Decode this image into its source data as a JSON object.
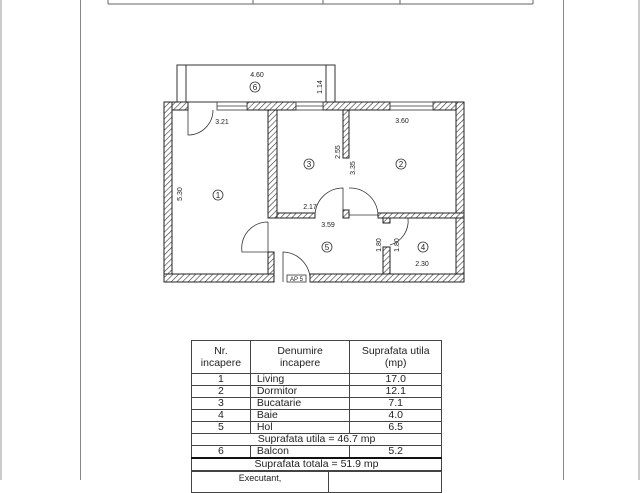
{
  "plan": {
    "dimensions": {
      "balcony_width": "4.60",
      "balcony_depth": "1.14",
      "living_width": "3.21",
      "living_length": "5.30",
      "bedroom_width": "3.60",
      "kitchen_length": "2.55",
      "bedroom_length": "3.35",
      "kitchen_width": "2.17",
      "hall_width": "3.59",
      "hall_depth": "1.80",
      "bath_depth": "1.80",
      "bath_width": "2.30"
    },
    "room_markers": [
      "1",
      "2",
      "3",
      "4",
      "5",
      "6"
    ],
    "entrance_label": "AP 5"
  },
  "table": {
    "headers": [
      "Nr.\nincapere",
      "Denumire\nincapere",
      "Suprafata utila\n(mp)"
    ],
    "header_lines": [
      [
        "Nr.",
        "incapere"
      ],
      [
        "Denumire",
        "incapere"
      ],
      [
        "Suprafata utila",
        "(mp)"
      ]
    ],
    "rows": [
      {
        "nr": "1",
        "name": "Living",
        "area": "17.0"
      },
      {
        "nr": "2",
        "name": "Dormitor",
        "area": "12.1"
      },
      {
        "nr": "3",
        "name": "Bucatarie",
        "area": "7.1"
      },
      {
        "nr": "4",
        "name": "Baie",
        "area": "4.0"
      },
      {
        "nr": "5",
        "name": "Hol",
        "area": "6.5"
      }
    ],
    "subtotal": "Suprafata utila = 46.7 mp",
    "balcony_row": {
      "nr": "6",
      "name": "Balcon",
      "area": "5.2"
    },
    "total": "Suprafata totala = 51.9 mp",
    "executant_label": "Executant,"
  }
}
